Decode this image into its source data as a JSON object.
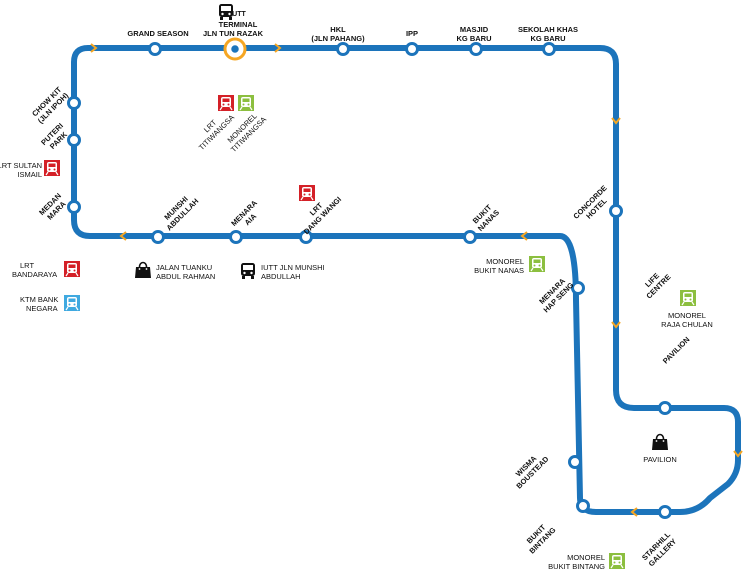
{
  "colors": {
    "route": "#1c74bb",
    "arrow": "#f5a623",
    "lrt": "#d42027",
    "monorail": "#8cbf3f",
    "ktm": "#3fa9e0",
    "text": "#111111"
  },
  "stops": {
    "grand_season": "GRAND SEASON",
    "terminal_1": "IUTT",
    "terminal_2": "TERMINAL",
    "terminal_3": "JLN TUN RAZAK",
    "hkl_1": "HKL",
    "hkl_2": "(JLN PAHANG)",
    "ipp": "IPP",
    "masjid_1": "MASJID",
    "masjid_2": "KG BARU",
    "sekolah_1": "SEKOLAH KHAS",
    "sekolah_2": "KG BARU",
    "chow_kit_1": "CHOW KIT",
    "chow_kit_2": "(JLN IPOH)",
    "puteri_1": "PUTERI",
    "puteri_2": "PARK",
    "medan_1": "MEDAN",
    "medan_2": "MARA",
    "munshi_1": "MUNSHI",
    "munshi_2": "ABDULLAH",
    "menara_aia_1": "MENARA",
    "menara_aia_2": "AIA",
    "dang_wangi_1": "LRT",
    "dang_wangi_2": "DANG WANGI",
    "bukit_nanas_1": "BUKIT",
    "bukit_nanas_2": "NANAS",
    "concorde_1": "CONCORDE",
    "concorde_2": "HOTEL",
    "life_1": "LIFE",
    "life_2": "CENTRE",
    "hap_seng_1": "MENARA",
    "hap_seng_2": "HAP SENG",
    "pavilion_stop": "PAVILION",
    "wisma_1": "WISMA",
    "wisma_2": "BOUSTEAD",
    "bukit_bintang_1": "BUKIT",
    "bukit_bintang_2": "BINTANG",
    "starhill_1": "STARHILL",
    "starhill_2": "GALLERY"
  },
  "interchanges": {
    "lrt_titiwangsa_1": "LRT",
    "lrt_titiwangsa_2": "TITIWANGSA",
    "mono_titiwangsa_1": "MONOREL",
    "mono_titiwangsa_2": "TITIWANGSA",
    "lrt_sultan_1": "LRT SULTAN",
    "lrt_sultan_2": "ISMAIL",
    "lrt_bandaraya_1": "LRT",
    "lrt_bandaraya_2": "BANDARAYA",
    "ktm_1": "KTM BANK",
    "ktm_2": "NEGARA",
    "jalan_tar_1": "JALAN TUANKU",
    "jalan_tar_2": "ABDUL RAHMAN",
    "iutt_munshi_1": "IUTT JLN MUNSHI",
    "iutt_munshi_2": "ABDULLAH",
    "mono_bukit_nanas_1": "MONOREL",
    "mono_bukit_nanas_2": "BUKIT NANAS",
    "mono_raja_chulan_1": "MONOREL",
    "mono_raja_chulan_2": "RAJA CHULAN",
    "pavilion_mall": "PAVILION",
    "mono_bukit_bintang_1": "MONOREL",
    "mono_bukit_bintang_2": "BUKIT BINTANG"
  },
  "icons": {
    "bus": "bus-icon",
    "lrt": "train-icon",
    "monorail": "monorail-icon",
    "ktm": "ktm-train-icon",
    "shopping": "shopping-bag-icon"
  }
}
